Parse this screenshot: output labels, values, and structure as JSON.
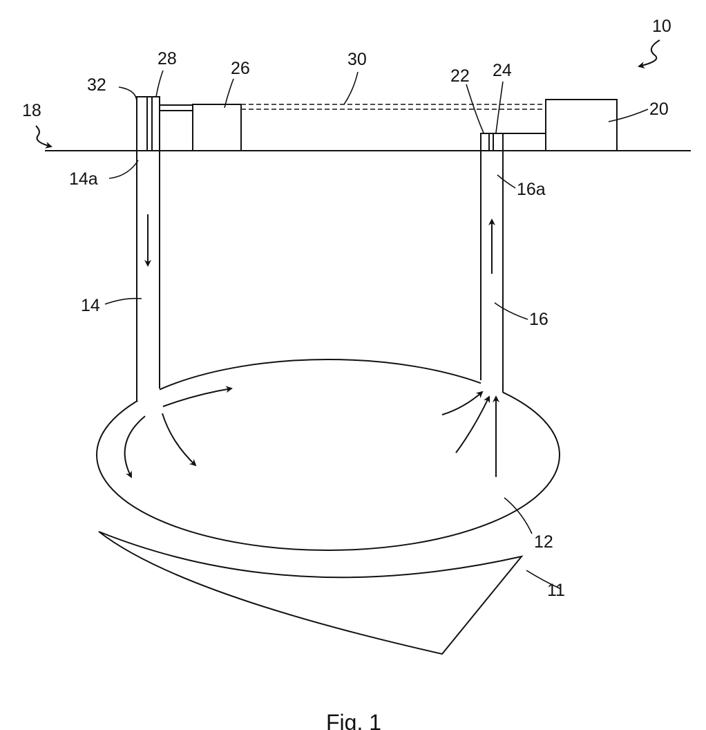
{
  "figure": {
    "caption": "Fig. 1",
    "labels": {
      "l10": "10",
      "l11": "11",
      "l12": "12",
      "l14": "14",
      "l14a": "14a",
      "l16": "16",
      "l16a": "16a",
      "l18": "18",
      "l20": "20",
      "l22": "22",
      "l24": "24",
      "l26": "26",
      "l28": "28",
      "l30": "30",
      "l32": "32"
    }
  }
}
